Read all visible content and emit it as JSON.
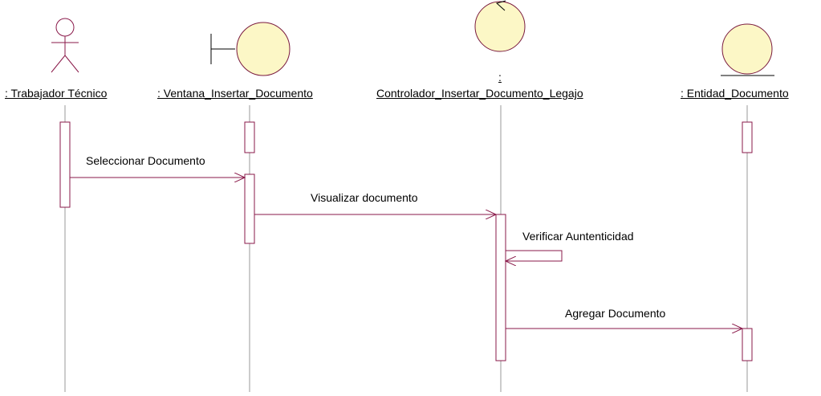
{
  "colors": {
    "line": "#8a1a4a",
    "object_fill": "#fcf7c6",
    "object_stroke": "#7a1a3e",
    "lifeline": "#999999"
  },
  "participants": [
    {
      "name": ": Trabajador Técnico",
      "kind": "actor",
      "icon": "actor-icon"
    },
    {
      "name": ": Ventana_Insertar_Documento",
      "kind": "boundary",
      "icon": "boundary-icon"
    },
    {
      "name_prefix": ":",
      "name": "Controlador_Insertar_Documento_Legajo",
      "kind": "control",
      "icon": "control-icon"
    },
    {
      "name": ": Entidad_Documento",
      "kind": "entity",
      "icon": "entity-icon"
    }
  ],
  "messages": [
    {
      "label": "Seleccionar Documento",
      "from": ": Trabajador Técnico",
      "to": ": Ventana_Insertar_Documento"
    },
    {
      "label": "Visualizar documento",
      "from": ": Ventana_Insertar_Documento",
      "to": "Controlador_Insertar_Documento_Legajo"
    },
    {
      "label": "Verificar Auntenticidad",
      "from": "Controlador_Insertar_Documento_Legajo",
      "to": "Controlador_Insertar_Documento_Legajo"
    },
    {
      "label": "Agregar Documento",
      "from": "Controlador_Insertar_Documento_Legajo",
      "to": ": Entidad_Documento"
    }
  ]
}
